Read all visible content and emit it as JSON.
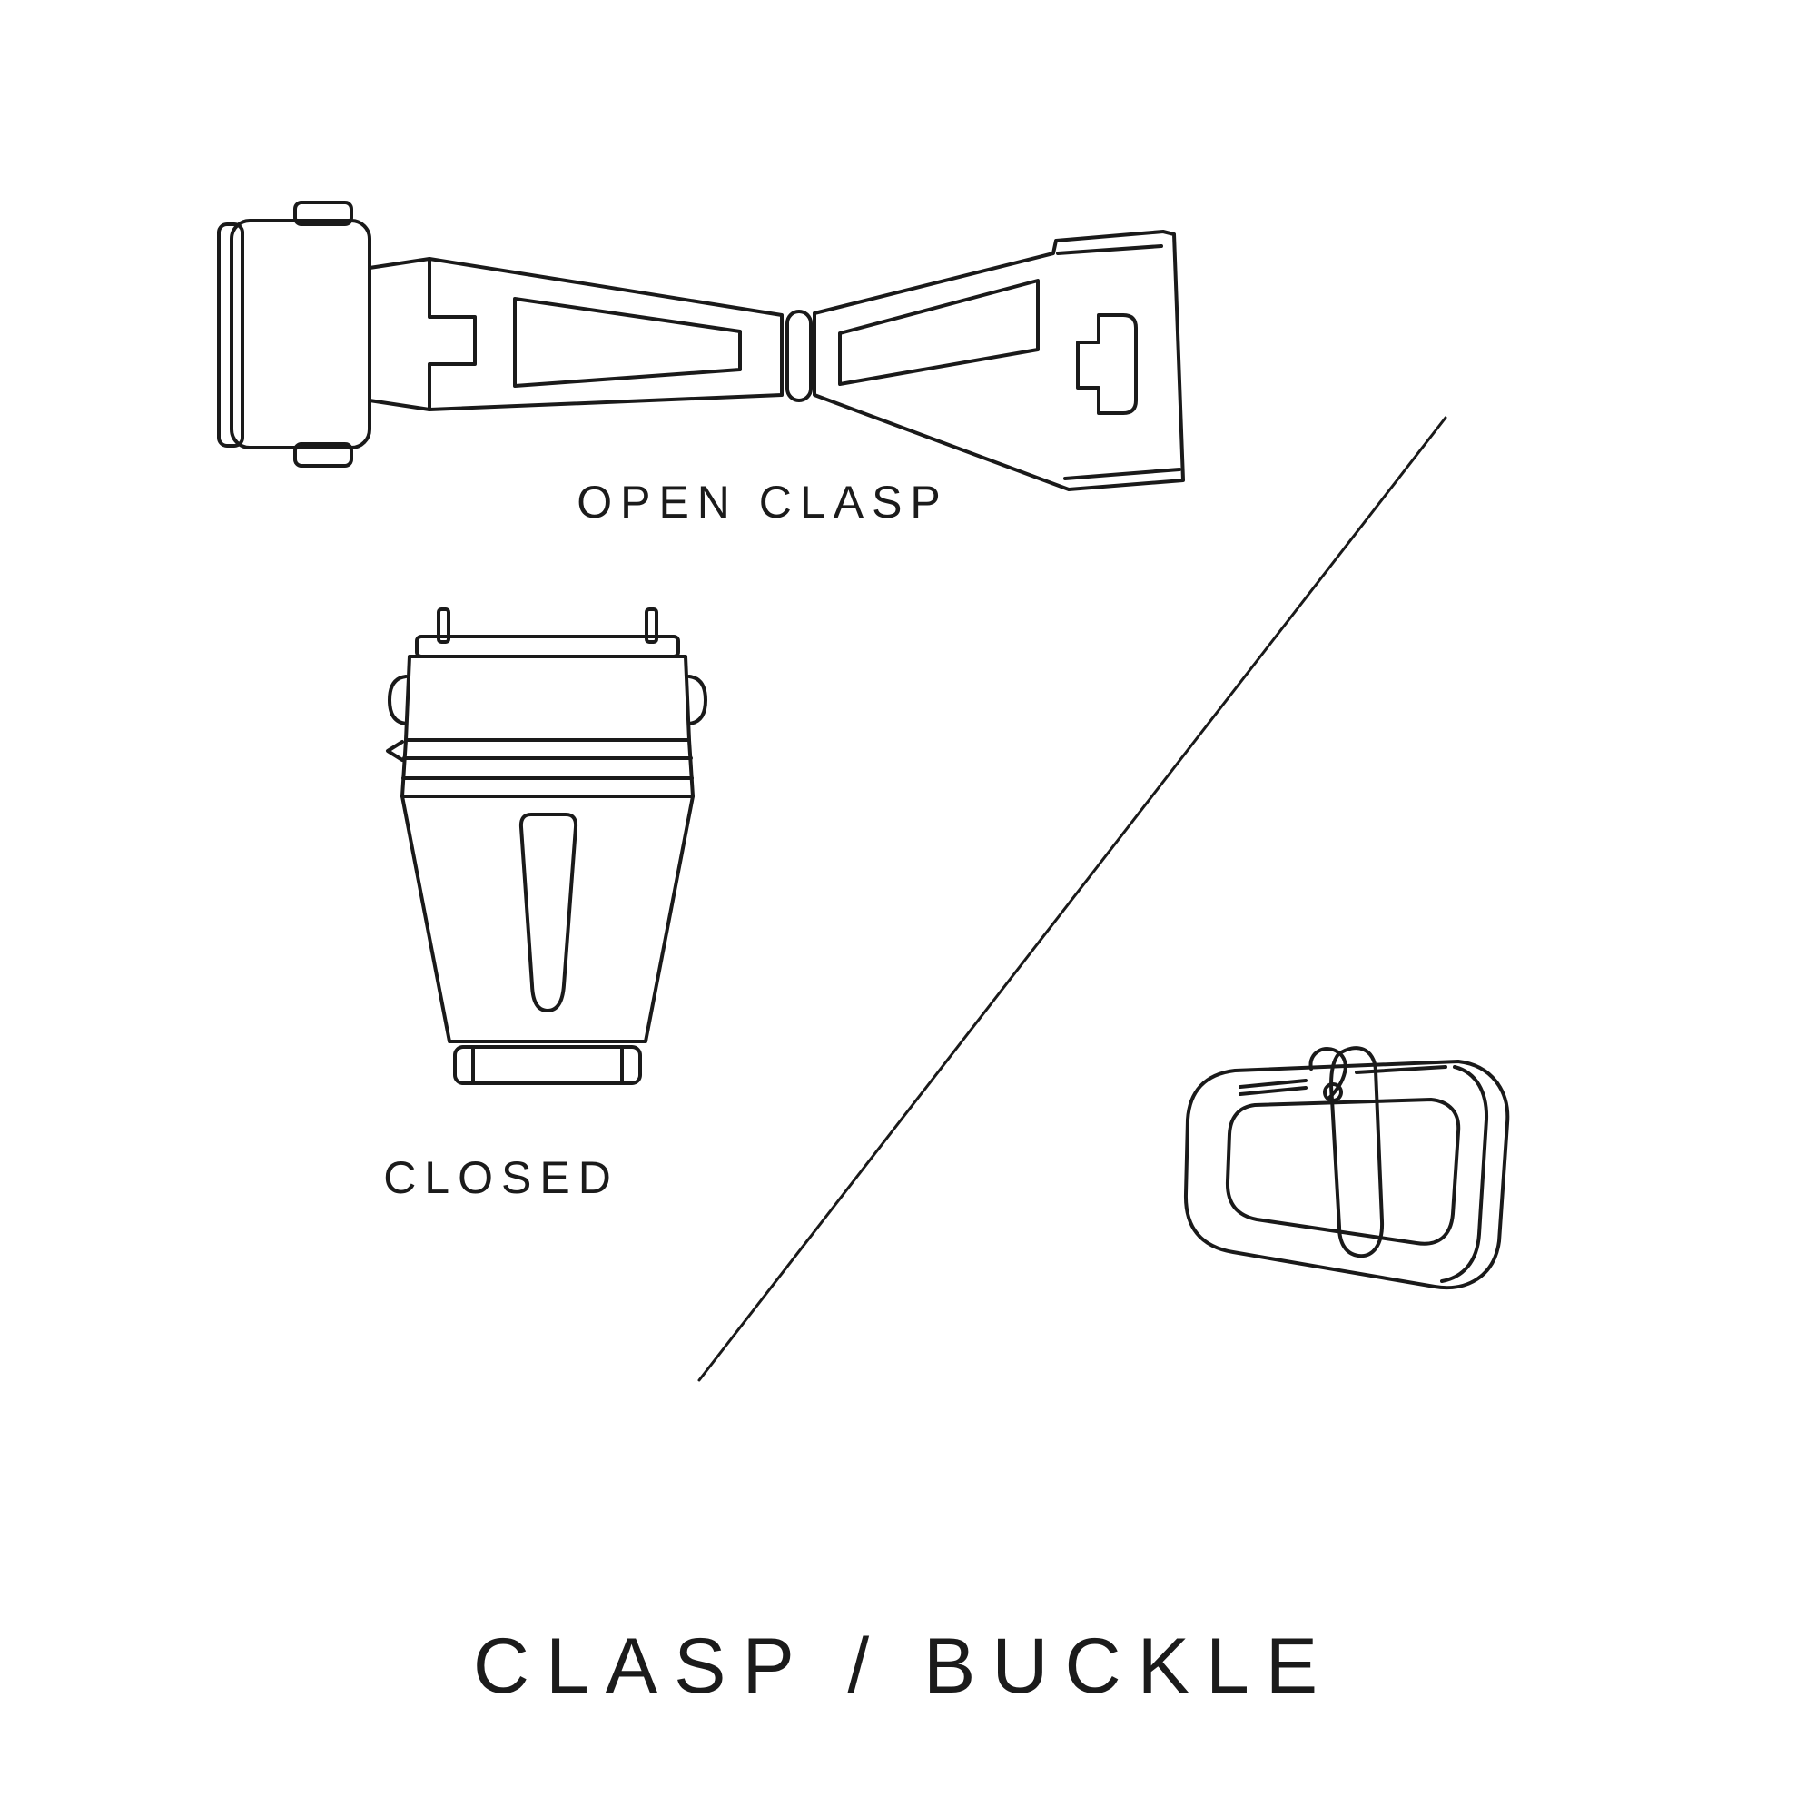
{
  "page": {
    "background_color": "#ffffff",
    "ink_color": "#1a1a1a"
  },
  "labels": {
    "open_clasp": "OPEN CLASP",
    "closed": "CLOSED"
  },
  "title": "CLASP / BUCKLE",
  "illustrations": {
    "open_clasp_icon": "open-deployant-clasp-line-drawing",
    "closed_clasp_icon": "closed-deployant-clasp-line-drawing",
    "tang_buckle_icon": "tang-buckle-line-drawing",
    "divider_icon": "diagonal-divider-line"
  }
}
